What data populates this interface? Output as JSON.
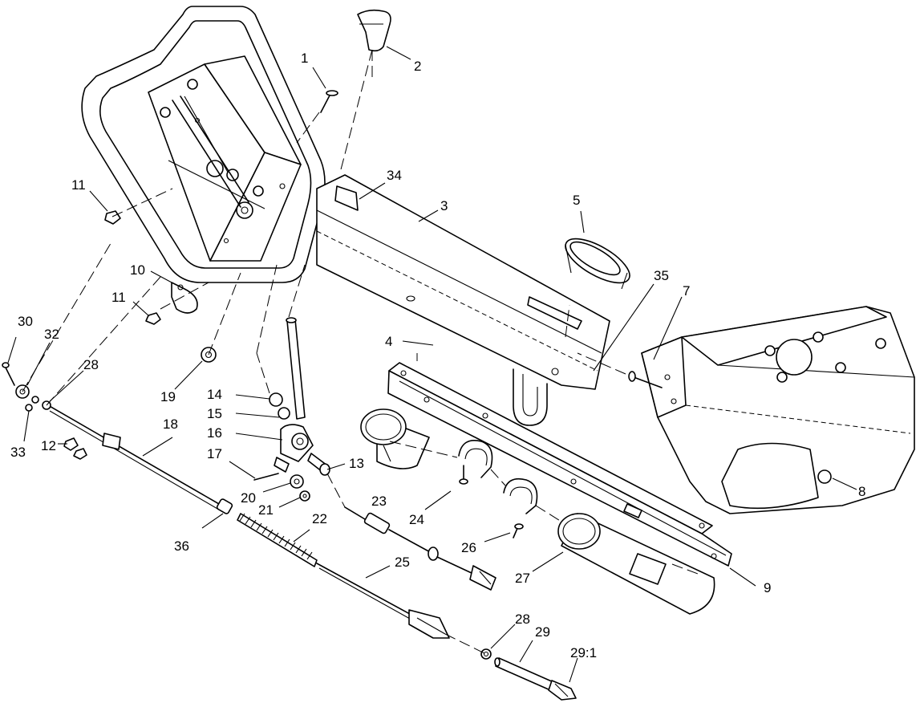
{
  "callouts": {
    "c1": "1",
    "c2": "2",
    "c3": "3",
    "c4": "4",
    "c5": "5",
    "c7": "7",
    "c8": "8",
    "c9": "9",
    "c10": "10",
    "c11a": "11",
    "c11b": "11",
    "c12": "12",
    "c13": "13",
    "c14": "14",
    "c15": "15",
    "c16": "16",
    "c17": "17",
    "c18": "18",
    "c19": "19",
    "c20": "20",
    "c21": "21",
    "c22": "22",
    "c23": "23",
    "c24": "24",
    "c25": "25",
    "c26": "26",
    "c27": "27",
    "c28a": "28",
    "c28b": "28",
    "c29": "29",
    "c29_1": "29:1",
    "c30": "30",
    "c32": "32",
    "c33": "33",
    "c34": "34",
    "c35": "35",
    "c36": "36"
  },
  "colors": {
    "line": "#000000",
    "background": "#ffffff"
  }
}
